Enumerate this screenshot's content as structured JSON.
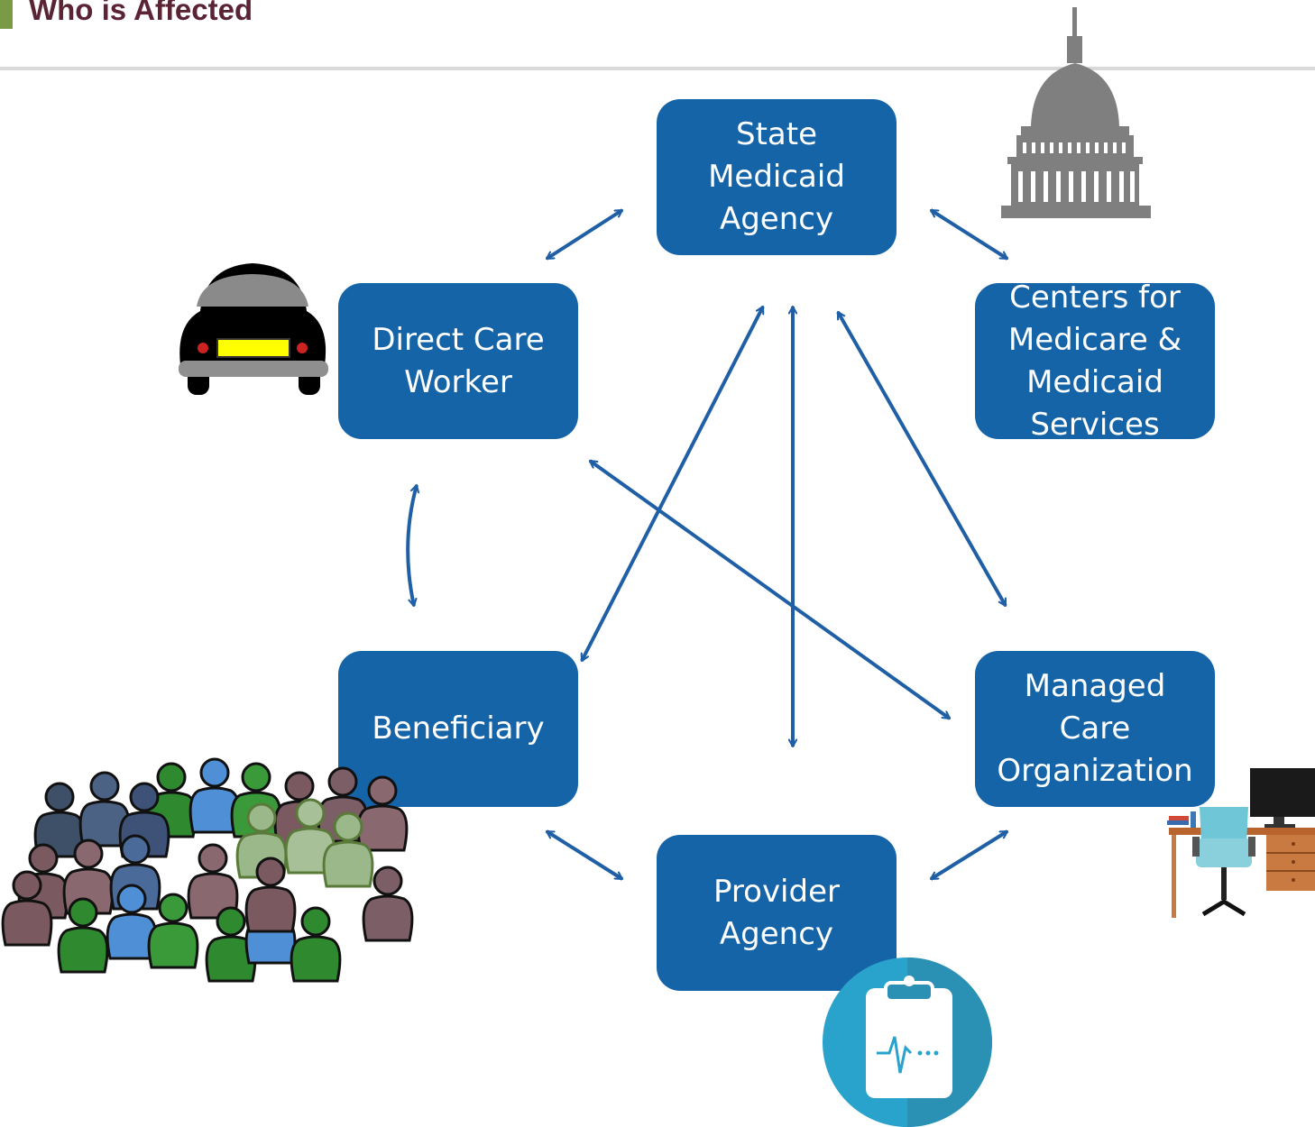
{
  "header": {
    "title": "Who is Affected"
  },
  "nodes": {
    "state_medicaid_agency": "State\nMedicaid\nAgency",
    "direct_care_worker": "Direct Care\nWorker",
    "cms": "Centers for\nMedicare &\nMedicaid\nServices",
    "beneficiary": "Beneficiary",
    "managed_care_organization": "Managed\nCare\nOrganization",
    "provider_agency": "Provider\nAgency"
  },
  "colors": {
    "node_fill": "#1664a8",
    "arrow": "#1f5fa6",
    "title": "#5a2434",
    "title_accent": "#7a9a45"
  },
  "icons": [
    "capitol-building-icon",
    "car-icon",
    "crowd-of-people-icon",
    "office-desk-icon",
    "clipboard-heartbeat-icon"
  ]
}
